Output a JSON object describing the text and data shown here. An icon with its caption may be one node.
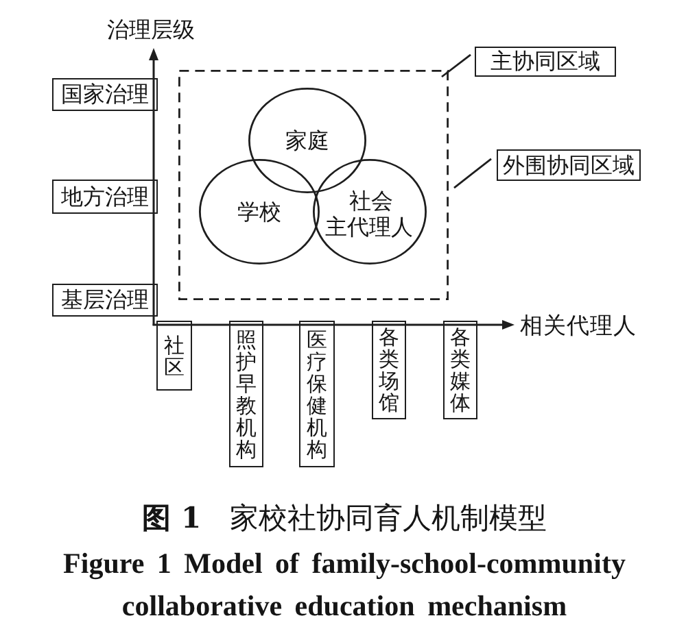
{
  "diagram": {
    "caption": "**图 1** 家校社协同育人机制模型",
    "nodes": [
      {
        "text": [
          "国家治理"
        ]
      },
      {
        "text": [
          "地方治理"
        ]
      },
      {
        "text": [
          "基层治理"
        ]
      },
      {
        "text": [],
        "shape": "box"
      },
      {
        "text": [
          "家庭"
        ],
        "in": 3
      },
      {
        "text": [
          "学校"
        ],
        "in": 3
      },
      {
        "text": [
          "社会主代理人"
        ],
        "in": 3
      },
      {
        "text": [
          "主协同区域"
        ]
      },
      {
        "text": [
          "外围协同区域"
        ]
      },
      {
        "text": [
          "社区"
        ]
      },
      {
        "text": [
          "照护早教机构"
        ]
      },
      {
        "text": [
          "医疗保健机构"
        ]
      },
      {
        "text": [
          "各类场馆"
        ]
      },
      {
        "text": [
          "各类媒体"
        ]
      }
    ],
    "edges": [
      {
        "from": 7,
        "to": 3,
        "arrow": "none"
      },
      {
        "from": 8,
        "to": 3,
        "arrow": "none"
      }
    ],
    "labels": [
      "治理层级",
      "相关代理人",
      "Figure 1 Model of family-school-community collaborative education mechanism"
    ]
  }
}
